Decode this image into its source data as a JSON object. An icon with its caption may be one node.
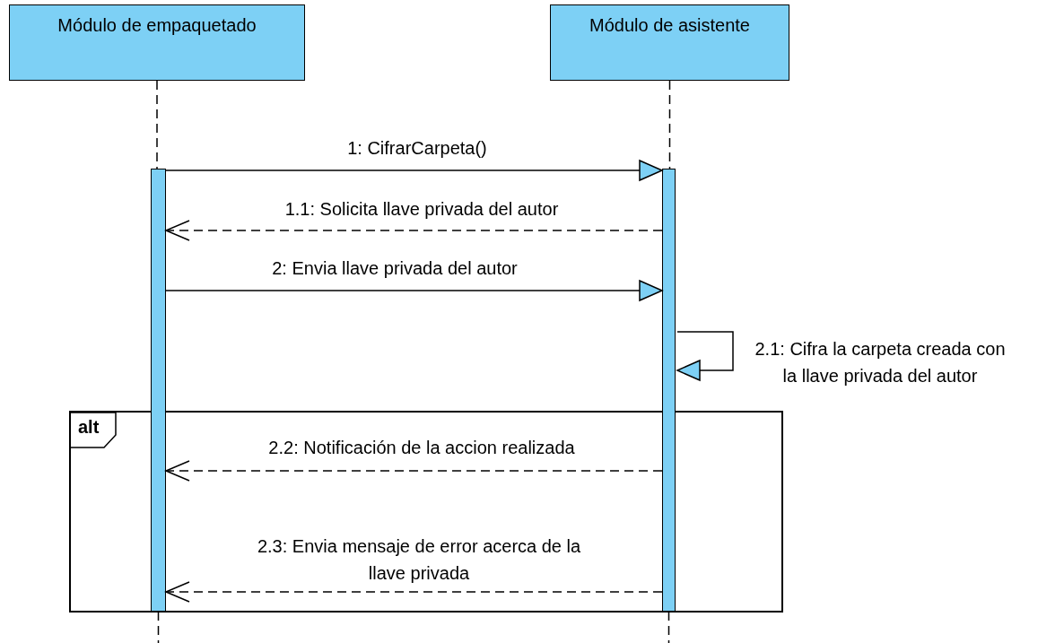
{
  "diagram": {
    "nodes": [
      {
        "text": [
          "Módulo de empaquetado"
        ]
      },
      {
        "text": [
          "Módulo de asistente"
        ]
      },
      {
        "text": [],
        "shape": "bar"
      },
      {
        "text": [],
        "shape": "bar"
      }
    ],
    "edges": [
      {
        "from": 0,
        "to": 2,
        "arrow": "none",
        "style": "dashed"
      },
      {
        "from": 1,
        "to": 3,
        "arrow": "none",
        "style": "dashed"
      },
      {
        "from": 2,
        "to": 3,
        "arrow": "to",
        "label": "1: CifrarCarpeta()"
      },
      {
        "from": 3,
        "to": 2,
        "arrow": "to",
        "style": "dashed",
        "label": "1.1: Solicita llave privada del autor"
      },
      {
        "from": 2,
        "to": 3,
        "arrow": "to",
        "label": "2: Envia llave privada del autor"
      },
      {
        "from": 3,
        "to": 3,
        "arrow": "to",
        "label": "2.1: Cifra la carpeta creada con la llave privada del autor"
      },
      {
        "from": 3,
        "to": 2,
        "arrow": "to",
        "style": "dashed",
        "label": "2.2: Notificación de la accion realizada"
      },
      {
        "from": 3,
        "to": 2,
        "arrow": "to",
        "style": "dashed",
        "label": "2.3: Envia mensaje de error acerca de la llave privada"
      }
    ],
    "labels": [
      "alt"
    ]
  }
}
